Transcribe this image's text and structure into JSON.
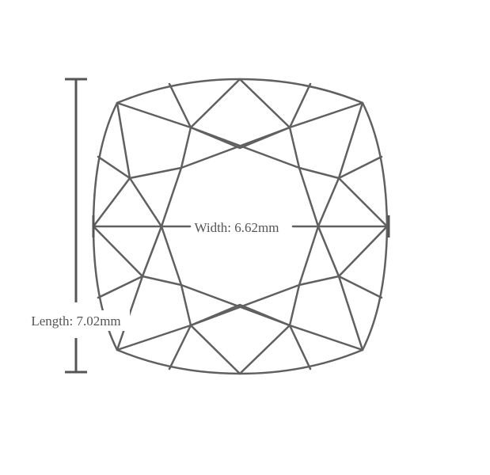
{
  "diagram": {
    "shape": "cushion-cut-gemstone",
    "width_label": "Width: 6.62mm",
    "length_label": "Length: 7.02mm",
    "colors": {
      "outline": "#606060",
      "dimension": "#555555",
      "background": "#ffffff"
    }
  }
}
